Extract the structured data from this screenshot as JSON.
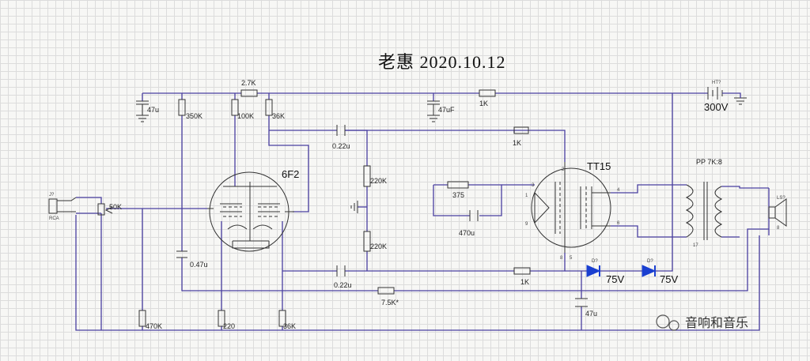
{
  "title": "老惠 2020.10.12",
  "watermark": "音响和音乐",
  "tubes": {
    "v1": "6F2",
    "v2": "TT15"
  },
  "supply": {
    "ref": "HT?",
    "voltage": "300V"
  },
  "transformer": "PP 7K:8",
  "input_jack": {
    "ref": "J?",
    "name": "RCA"
  },
  "speaker": {
    "ref": "LS?",
    "pin": "8"
  },
  "components": {
    "r_top": "2.7K",
    "r_350k": "350K",
    "r_100k": "100K",
    "r_36k_top": "36K",
    "c_47u_left": "47u",
    "c_47uf": "47uF",
    "r_1k_supply": "1K",
    "c_022_top": "0.22u",
    "r_1k_upper": "1K",
    "r_220k_top": "220K",
    "r_220k_bot": "220K",
    "r_375": "375",
    "c_470u": "470u",
    "pot_50k": "50K",
    "c_047u": "0.47u",
    "c_022_bot": "0.22u",
    "r_1k_lower": "1K",
    "d1_v": "75V",
    "d2_v": "75V",
    "r_7k5": "7.5K*",
    "c_47u_bot": "47u",
    "r_470k": "470K",
    "r_220": "220",
    "r_36k_bot": "36K",
    "d1_ref": "D?",
    "d2_ref": "D?"
  },
  "pins": {
    "tt15_top": "2",
    "tt15_l1": "3",
    "tt15_l2": "1",
    "tt15_l3": "9",
    "tt15_r1": "4",
    "tt15_r2": "6",
    "tt15_b1": "8",
    "tt15_b2": "5",
    "xfmr": "17",
    "cap_plus": "+"
  },
  "colors": {
    "wire": "#4a3fa0",
    "diode": "#1a3fd0",
    "grid": "#dcdcdc"
  }
}
